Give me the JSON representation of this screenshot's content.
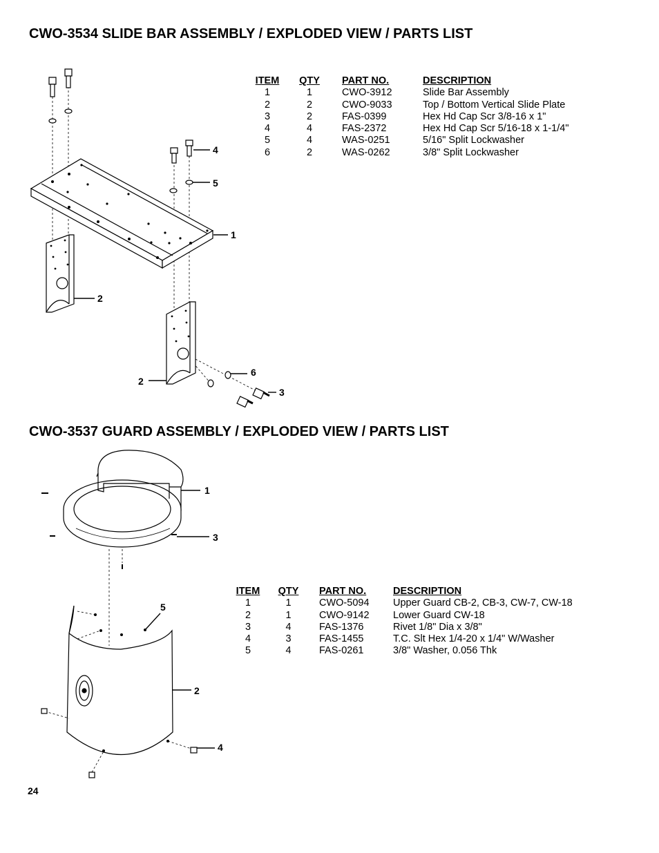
{
  "section1": {
    "title": "CWO-3534 SLIDE BAR ASSEMBLY / EXPLODED VIEW / PARTS LIST",
    "headers": [
      "ITEM",
      "QTY",
      "PART NO.",
      "DESCRIPTION"
    ],
    "rows": [
      [
        "1",
        "1",
        "CWO-3912",
        "Slide Bar Assembly"
      ],
      [
        "2",
        "2",
        "CWO-9033",
        "Top / Bottom Vertical Slide Plate"
      ],
      [
        "3",
        "2",
        "FAS-0399",
        "Hex Hd Cap Scr 3/8-16 x 1\""
      ],
      [
        "4",
        "4",
        "FAS-2372",
        "Hex Hd Cap Scr 5/16-18 x 1-1/4\""
      ],
      [
        "5",
        "4",
        "WAS-0251",
        "5/16\" Split Lockwasher"
      ],
      [
        "6",
        "2",
        "WAS-0262",
        "3/8\" Split Lockwasher"
      ]
    ],
    "callouts": {
      "c4": "4",
      "c5": "5",
      "c1": "1",
      "c2a": "2",
      "c2b": "2",
      "c6": "6",
      "c3": "3"
    }
  },
  "section2": {
    "title": "CWO-3537 GUARD ASSEMBLY / EXPLODED VIEW / PARTS LIST",
    "headers": [
      "ITEM",
      "QTY",
      "PART NO.",
      "DESCRIPTION"
    ],
    "rows": [
      [
        "1",
        "1",
        "CWO-5094",
        "Upper Guard CB-2, CB-3, CW-7, CW-18"
      ],
      [
        "2",
        "1",
        "CWO-9142",
        "Lower Guard CW-18"
      ],
      [
        "3",
        "4",
        "FAS-1376",
        "Rivet 1/8\" Dia x 3/8\""
      ],
      [
        "4",
        "3",
        "FAS-1455",
        "T.C. Slt Hex 1/4-20 x 1/4\" W/Washer"
      ],
      [
        "5",
        "4",
        "FAS-0261",
        "3/8\" Washer,  0.056 Thk"
      ]
    ],
    "callouts": {
      "c1": "1",
      "c3": "3",
      "c5": "5",
      "c2": "2",
      "c4": "4"
    }
  },
  "page_number": "24"
}
